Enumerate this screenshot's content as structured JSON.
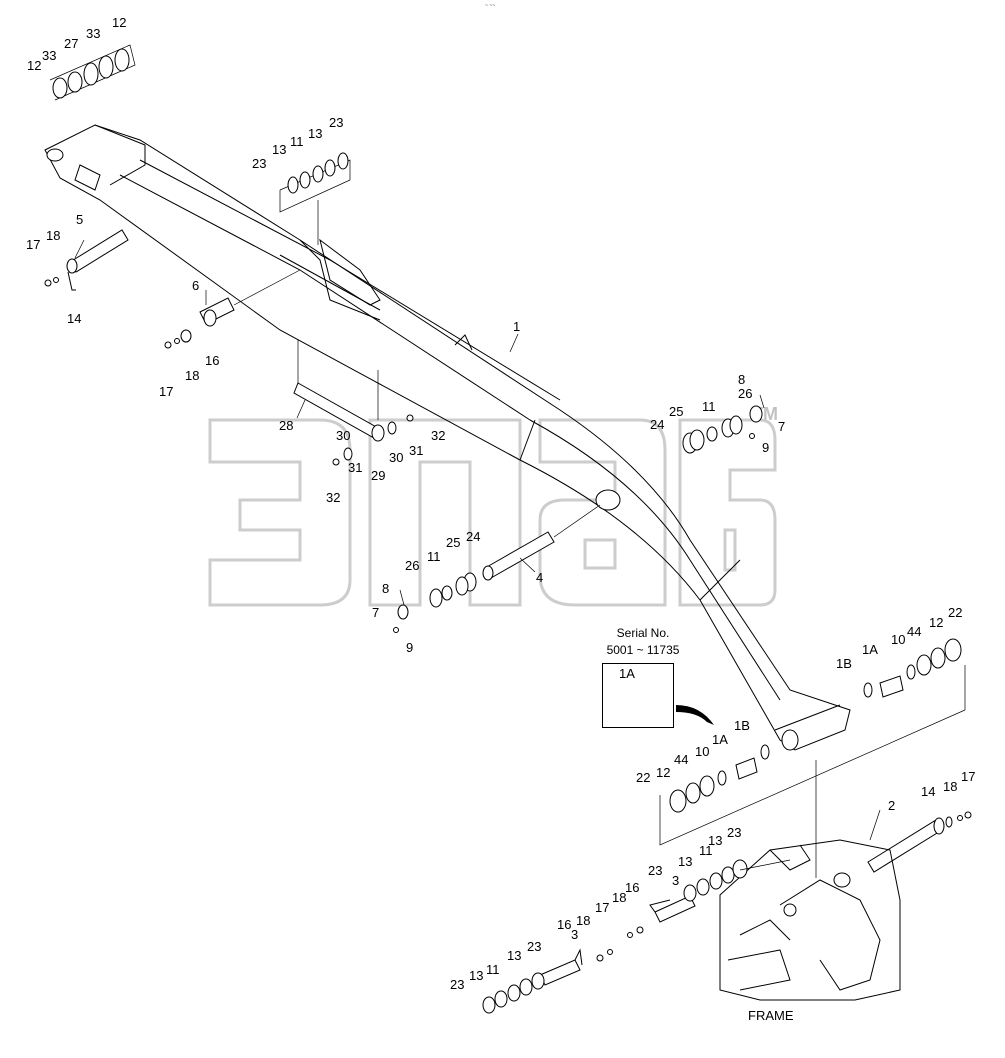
{
  "header": {
    "tiny_text": "~ ~~"
  },
  "watermark": {
    "text": "ЭПАВ"
  },
  "serial_callout": {
    "line1": "Serial No.",
    "line2": "5001 ~ 11735",
    "part": "1A"
  },
  "frame_label": "FRAME",
  "part_labels": [
    {
      "text": "12"
    },
    {
      "text": "33"
    },
    {
      "text": "27"
    },
    {
      "text": "33"
    },
    {
      "text": "12"
    },
    {
      "text": "23"
    },
    {
      "text": "13"
    },
    {
      "text": "11"
    },
    {
      "text": "13"
    },
    {
      "text": "23"
    },
    {
      "text": "5"
    },
    {
      "text": "17"
    },
    {
      "text": "18"
    },
    {
      "text": "14"
    },
    {
      "text": "6"
    },
    {
      "text": "16"
    },
    {
      "text": "18"
    },
    {
      "text": "17"
    },
    {
      "text": "1"
    },
    {
      "text": "28"
    },
    {
      "text": "30"
    },
    {
      "text": "30"
    },
    {
      "text": "32"
    },
    {
      "text": "31"
    },
    {
      "text": "31"
    },
    {
      "text": "29"
    },
    {
      "text": "32"
    },
    {
      "text": "8"
    },
    {
      "text": "25"
    },
    {
      "text": "11"
    },
    {
      "text": "26"
    },
    {
      "text": "24"
    },
    {
      "text": "7"
    },
    {
      "text": "9"
    },
    {
      "text": "26"
    },
    {
      "text": "11"
    },
    {
      "text": "25"
    },
    {
      "text": "24"
    },
    {
      "text": "4"
    },
    {
      "text": "8"
    },
    {
      "text": "7"
    },
    {
      "text": "9"
    },
    {
      "text": "1B"
    },
    {
      "text": "1A"
    },
    {
      "text": "10"
    },
    {
      "text": "44"
    },
    {
      "text": "12"
    },
    {
      "text": "22"
    },
    {
      "text": "1A"
    },
    {
      "text": "1B"
    },
    {
      "text": "10"
    },
    {
      "text": "44"
    },
    {
      "text": "12"
    },
    {
      "text": "22"
    },
    {
      "text": "2"
    },
    {
      "text": "14"
    },
    {
      "text": "18"
    },
    {
      "text": "17"
    },
    {
      "text": "13"
    },
    {
      "text": "23"
    },
    {
      "text": "11"
    },
    {
      "text": "13"
    },
    {
      "text": "23"
    },
    {
      "text": "3"
    },
    {
      "text": "16"
    },
    {
      "text": "18"
    },
    {
      "text": "17"
    },
    {
      "text": "3"
    },
    {
      "text": "16"
    },
    {
      "text": "18"
    },
    {
      "text": "23"
    },
    {
      "text": "13"
    },
    {
      "text": "11"
    },
    {
      "text": "13"
    },
    {
      "text": "23"
    }
  ]
}
